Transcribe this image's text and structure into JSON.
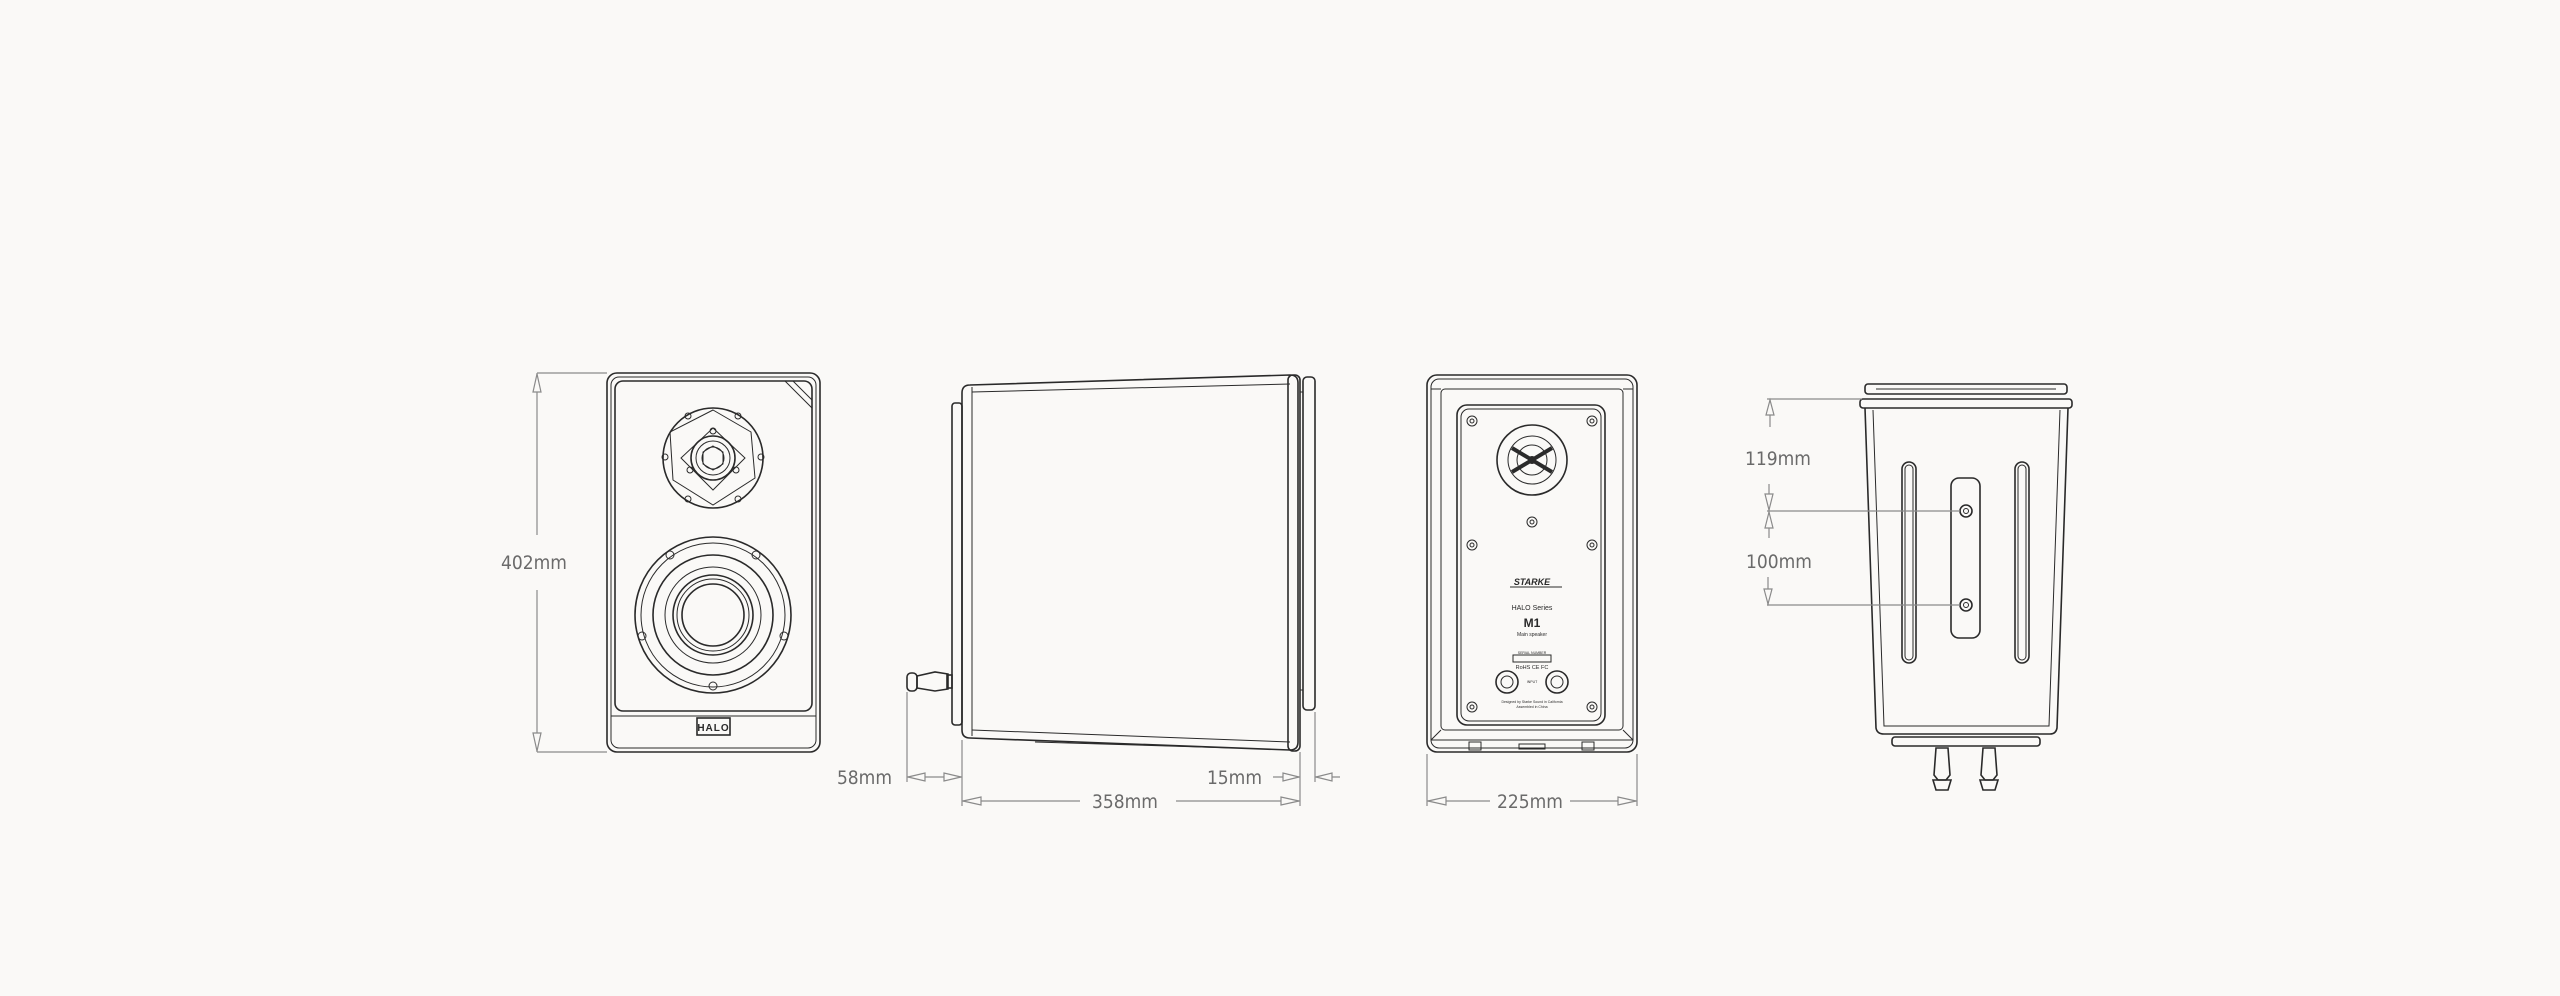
{
  "dimensions": {
    "height": "402mm",
    "stand_offset": "58mm",
    "depth": "358mm",
    "grille_depth": "15mm",
    "width": "225mm",
    "mount_top": "119mm",
    "mount_spacing": "100mm"
  },
  "front_view": {
    "badge": "HALO"
  },
  "back_view": {
    "brand_logo": "STARKE",
    "series": "HALO Series",
    "model": "M1",
    "model_desc": "Main speaker",
    "serial_label": "SERIAL NUMBER",
    "certifications": "RoHS CE FC",
    "input_label": "INPUT",
    "designed": "Designed by Starke Sound in California",
    "assembled": "Assembled in China"
  },
  "colors": {
    "background": "#faf9f7",
    "line": "#2a2a2a",
    "dimension": "#8a8a8a"
  }
}
